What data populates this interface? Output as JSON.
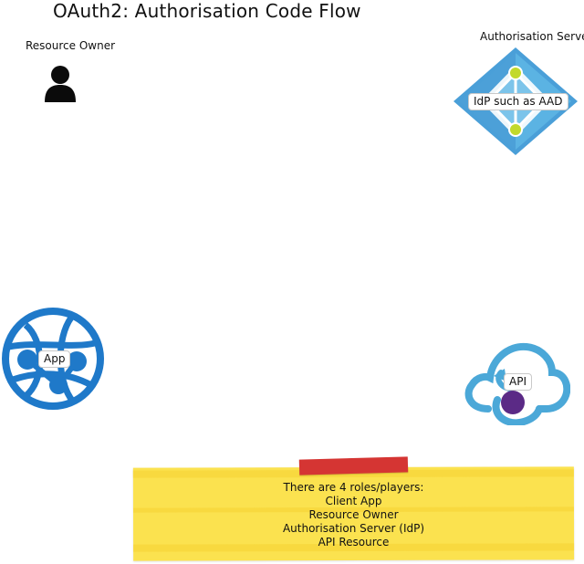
{
  "diagram": {
    "title": "OAuth2: Authorisation Code Flow",
    "resource_owner": {
      "label": "Resource Owner",
      "icon": "person-icon"
    },
    "authorisation_server": {
      "label": "Authorisation Server",
      "tag": "IdP such as AAD",
      "icon": "azure-active-directory-icon"
    },
    "client_app": {
      "tag": "App",
      "icon": "globe-network-icon"
    },
    "api": {
      "tag": "API",
      "icon": "cloud-api-icon"
    },
    "note": {
      "lines": [
        "There are 4 roles/players:",
        "Client App",
        "Resource Owner",
        "Authorisation Server (IdP)",
        "API Resource"
      ]
    }
  },
  "colors": {
    "note_yellow": "#fbe24f",
    "tape_red": "#d53533",
    "azure_blue": "#1f79c9",
    "aad_light_blue": "#5bb3e3",
    "aad_green": "#c2d92c",
    "cloud_blue": "#4ba8d8",
    "api_purple": "#5b2a86"
  }
}
